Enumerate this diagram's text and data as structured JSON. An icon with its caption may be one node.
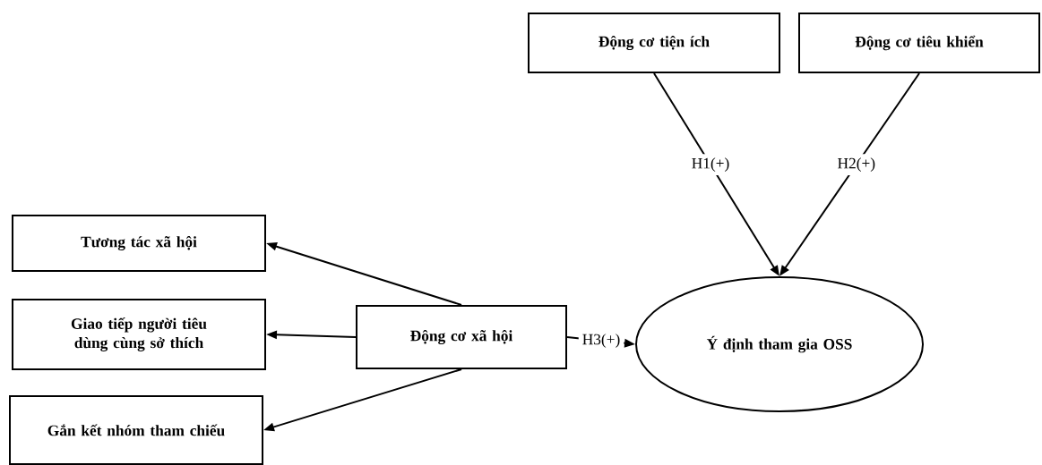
{
  "diagram": {
    "nodes": [
      {
        "text": [
          "Động cơ tiện ích"
        ]
      },
      {
        "text": [
          "Động cơ tiêu khiển"
        ]
      },
      {
        "text": [
          "Tương tác xã hội"
        ]
      },
      {
        "text": [
          "Giao tiếp người tiêu dùng cùng sở thích"
        ]
      },
      {
        "text": [
          "Gắn kết nhóm tham chiếu"
        ]
      },
      {
        "text": [
          "Động cơ xã hội"
        ]
      },
      {
        "text": [
          "Ý định tham gia OSS"
        ]
      }
    ],
    "edges": [
      {
        "from": 0,
        "to": 6,
        "arrow": "to",
        "label": "H1(+)"
      },
      {
        "from": 1,
        "to": 6,
        "arrow": "to",
        "label": "H2(+)"
      },
      {
        "from": 5,
        "to": 6,
        "arrow": "to",
        "label": "H3(+)"
      },
      {
        "from": 5,
        "to": 2,
        "arrow": "to"
      },
      {
        "from": 5,
        "to": 3,
        "arrow": "to"
      },
      {
        "from": 5,
        "to": 4,
        "arrow": "to"
      }
    ]
  }
}
